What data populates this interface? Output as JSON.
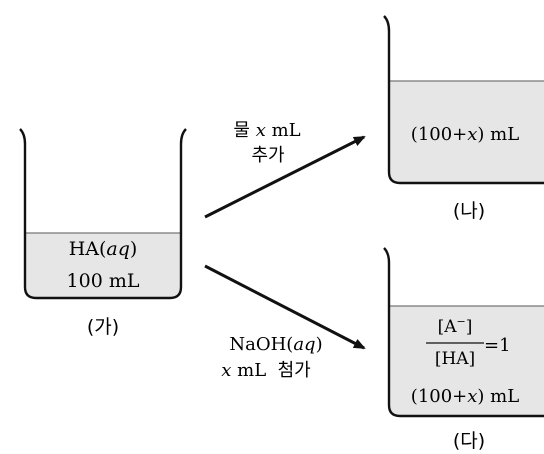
{
  "beaker_a": {
    "line1_main": "HA(",
    "line1_italic": "aq",
    "line1_close": ")",
    "line2": "100 mL",
    "label": "(가)"
  },
  "beaker_b": {
    "volume_open": "(100+",
    "volume_italic": "x",
    "volume_close": ") mL",
    "label": "(나)"
  },
  "beaker_c": {
    "numerator_main": "[A",
    "numerator_sup": "−",
    "numerator_close": "]",
    "denominator": "[HA]",
    "ratio_value": "=1",
    "volume_open": "(100+",
    "volume_italic": "x",
    "volume_close": ") mL",
    "label": "(다)"
  },
  "arrow_upper": {
    "line1_prefix": "물 ",
    "line1_italic": "x",
    "line1_unit": " mL",
    "line2": "추가"
  },
  "arrow_lower": {
    "line1_main": "NaOH(",
    "line1_italic": "aq",
    "line1_close": ")",
    "line2_italic": "x",
    "line2_unit": " mL",
    "line2_suffix": "  첨가"
  },
  "colors": {
    "liquid": "#e6e6e6",
    "outline": "#111111",
    "surface_line": "#777777"
  }
}
